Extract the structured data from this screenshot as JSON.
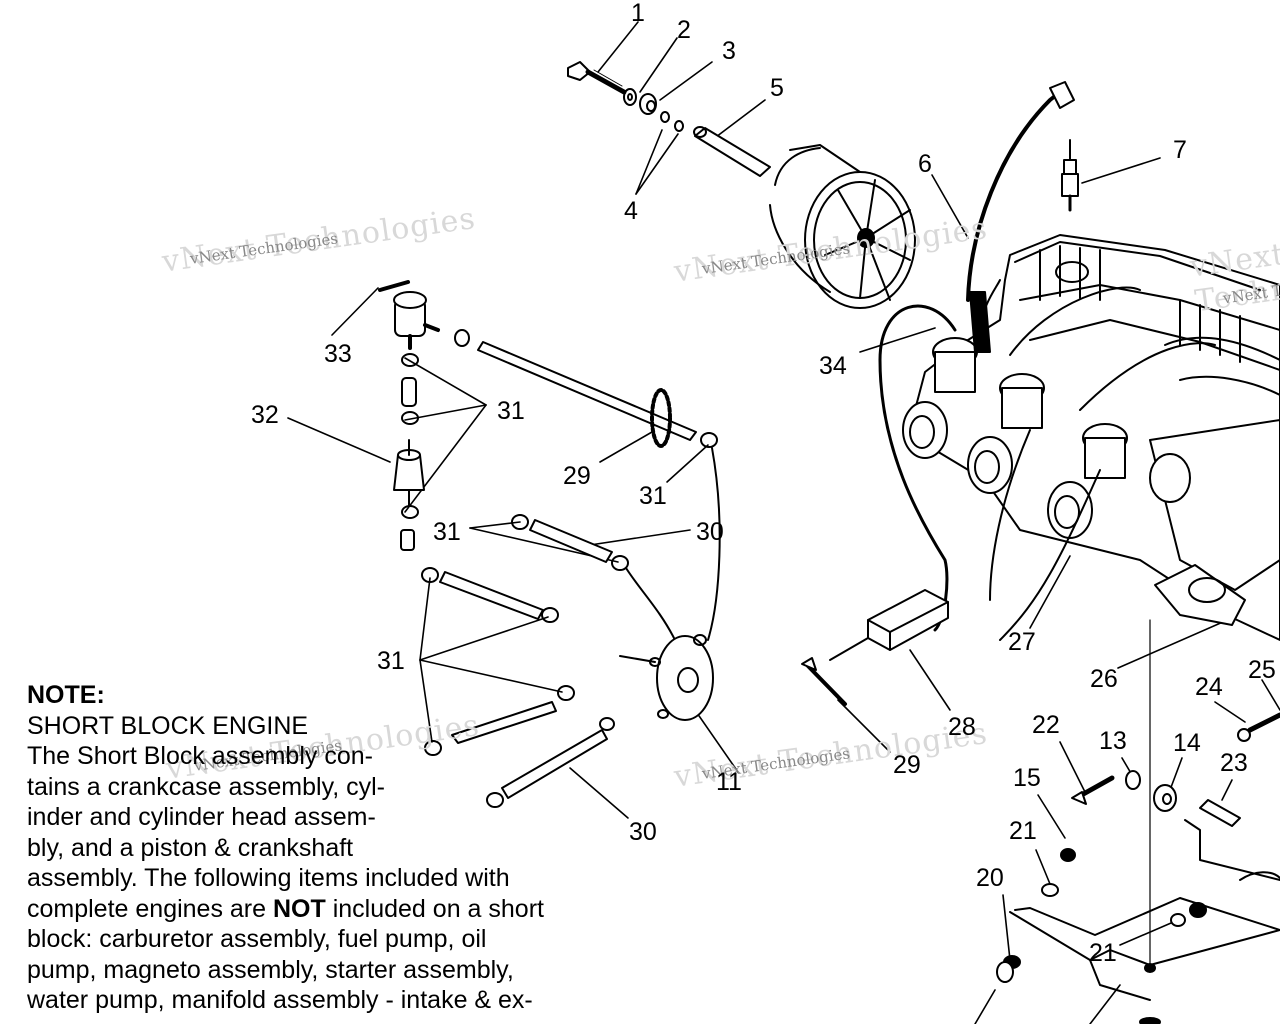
{
  "callouts": [
    {
      "id": "1",
      "text": "1"
    },
    {
      "id": "2",
      "text": "2"
    },
    {
      "id": "3",
      "text": "3"
    },
    {
      "id": "4",
      "text": "4"
    },
    {
      "id": "5",
      "text": "5"
    },
    {
      "id": "6",
      "text": "6"
    },
    {
      "id": "7",
      "text": "7"
    },
    {
      "id": "11",
      "text": "11"
    },
    {
      "id": "13",
      "text": "13"
    },
    {
      "id": "14",
      "text": "14"
    },
    {
      "id": "15",
      "text": "15"
    },
    {
      "id": "20",
      "text": "20"
    },
    {
      "id": "21a",
      "text": "21"
    },
    {
      "id": "21b",
      "text": "21"
    },
    {
      "id": "22",
      "text": "22"
    },
    {
      "id": "23",
      "text": "23"
    },
    {
      "id": "24",
      "text": "24"
    },
    {
      "id": "25",
      "text": "25"
    },
    {
      "id": "26",
      "text": "26"
    },
    {
      "id": "27",
      "text": "27"
    },
    {
      "id": "28",
      "text": "28"
    },
    {
      "id": "29a",
      "text": "29"
    },
    {
      "id": "29b",
      "text": "29"
    },
    {
      "id": "30a",
      "text": "30"
    },
    {
      "id": "30b",
      "text": "30"
    },
    {
      "id": "31a",
      "text": "31"
    },
    {
      "id": "31b",
      "text": "31"
    },
    {
      "id": "31c",
      "text": "31"
    },
    {
      "id": "31d",
      "text": "31"
    },
    {
      "id": "32",
      "text": "32"
    },
    {
      "id": "33",
      "text": "33"
    },
    {
      "id": "34",
      "text": "34"
    }
  ],
  "watermark": {
    "line1": "vNext Technologies",
    "line2": "vNext Technologies"
  },
  "note": {
    "title": "NOTE:",
    "heading": "SHORT BLOCK ENGINE",
    "l1": "The Short Block assembly con-",
    "l2": "tains a crankcase assembly, cyl-",
    "l3": "inder and cylinder head assem-",
    "l4": "bly, and a piston & crankshaft",
    "l5": "assembly.  The following items included with",
    "l6a": "complete engines are ",
    "l6b": "NOT",
    "l6c": " included on a short",
    "l7": "block:  carburetor assembly, fuel pump, oil",
    "l8": "pump, magneto assembly, starter assembly,",
    "l9": "water pump, manifold assembly - intake & ex-"
  }
}
